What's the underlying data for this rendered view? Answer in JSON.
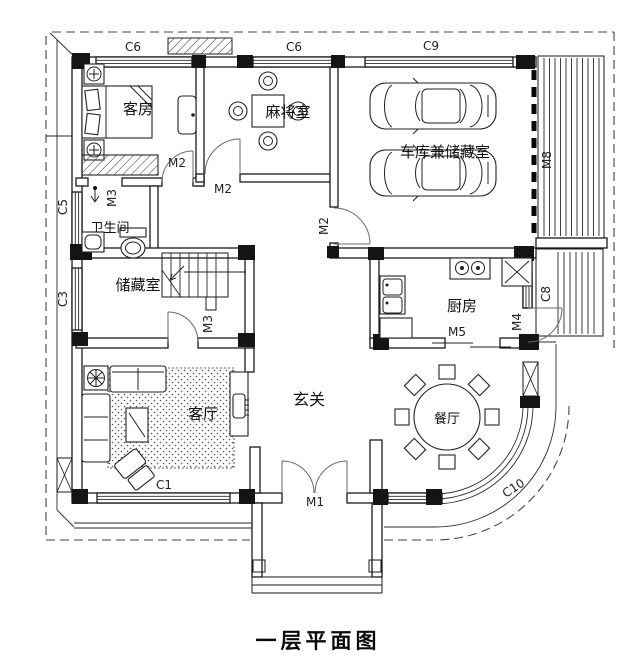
{
  "plan": {
    "title": "一层平面图",
    "rooms": {
      "guest": "客房",
      "mahjong": "麻将室",
      "garage": "车库兼储藏室",
      "bathroom": "卫生间",
      "storage": "储藏室",
      "kitchen": "厨房",
      "living": "客厅",
      "foyer": "玄关",
      "dining": "餐厅"
    },
    "windows": {
      "c6a": "C6",
      "c6b": "C6",
      "c9": "C9",
      "c5": "C5",
      "c3": "C3",
      "c8": "C8",
      "c1": "C1",
      "c10": "C10"
    },
    "doors": {
      "m1": "M1",
      "m2_guest": "M2",
      "m2_mahjong": "M2",
      "m2_garage": "M2",
      "m3_bath": "M3",
      "m3_storage": "M3",
      "m4": "M4",
      "m5": "M5",
      "m8": "M8"
    }
  },
  "colors": {
    "ink": "#1a1a1a",
    "paper": "#ffffff"
  }
}
